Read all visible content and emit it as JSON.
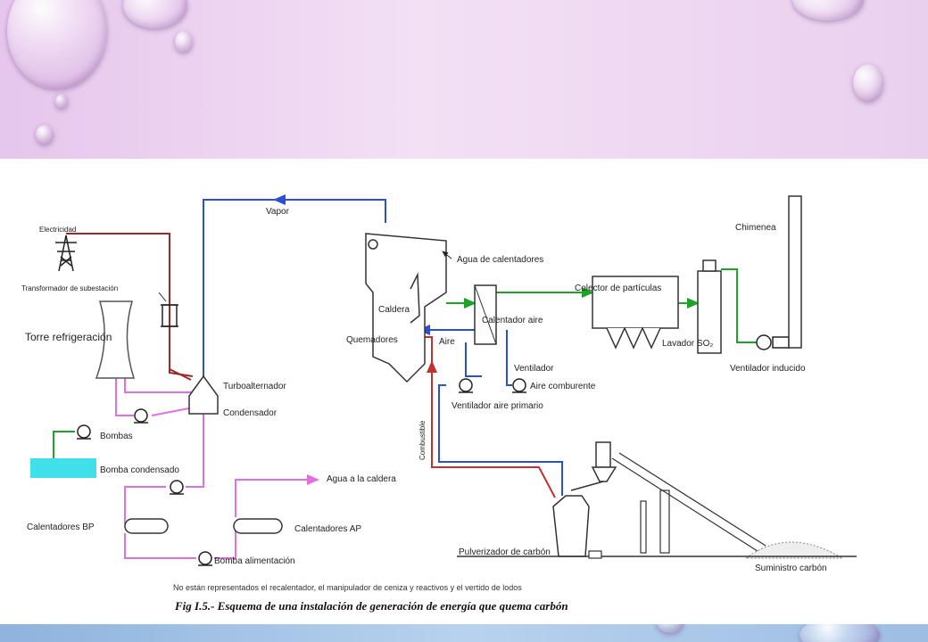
{
  "labels": {
    "electricidad": "Electricidad",
    "transformador": "Transformador de subestación",
    "torre": "Torre refrigeración",
    "bombas": "Bombas",
    "bomba_condensado": "Bomba condensado",
    "calentadores_bp": "Calentadores BP",
    "bomba_alimentacion": "Bomba alimentación",
    "calentadores_ap": "Calentadores AP",
    "agua_caldera": "Agua a la caldera",
    "turboalternador": "Turboalternador",
    "condensador": "Condensador",
    "vapor": "Vapor",
    "agua_calentadores": "Agua de calentadores",
    "caldera": "Caldera",
    "quemadores": "Quemadores",
    "aire": "Aire",
    "calentador_aire": "Calentador aire",
    "ventilador": "Ventilador",
    "aire_comburente": "Aire comburente",
    "ventilador_aire_primario": "Ventilador aire primario",
    "combustible": "Combustible",
    "colector_particulas": "Colector de partículas",
    "lavador_so2": "Lavador SO₂",
    "chimenea": "Chimenea",
    "ventilador_inducido": "Ventilador inducido",
    "pulverizador": "Pulverizador de carbón",
    "suministro": "Suministro carbón"
  },
  "note": "No están representados el recalentador, el manipulador de ceniza y reactivos y el vertido de lodos",
  "caption": "Fig I.5.- Esquema de una instalación de generación de energía que quema carbón",
  "colors": {
    "steam": "#2b4fd6",
    "electric": "#9b2a2a",
    "cooling_water": "#e070e0",
    "flue_gas": "#1fa22a",
    "air": "#2b4fd6",
    "fuel": "#c23030",
    "water_pool": "#3fe0e8"
  }
}
